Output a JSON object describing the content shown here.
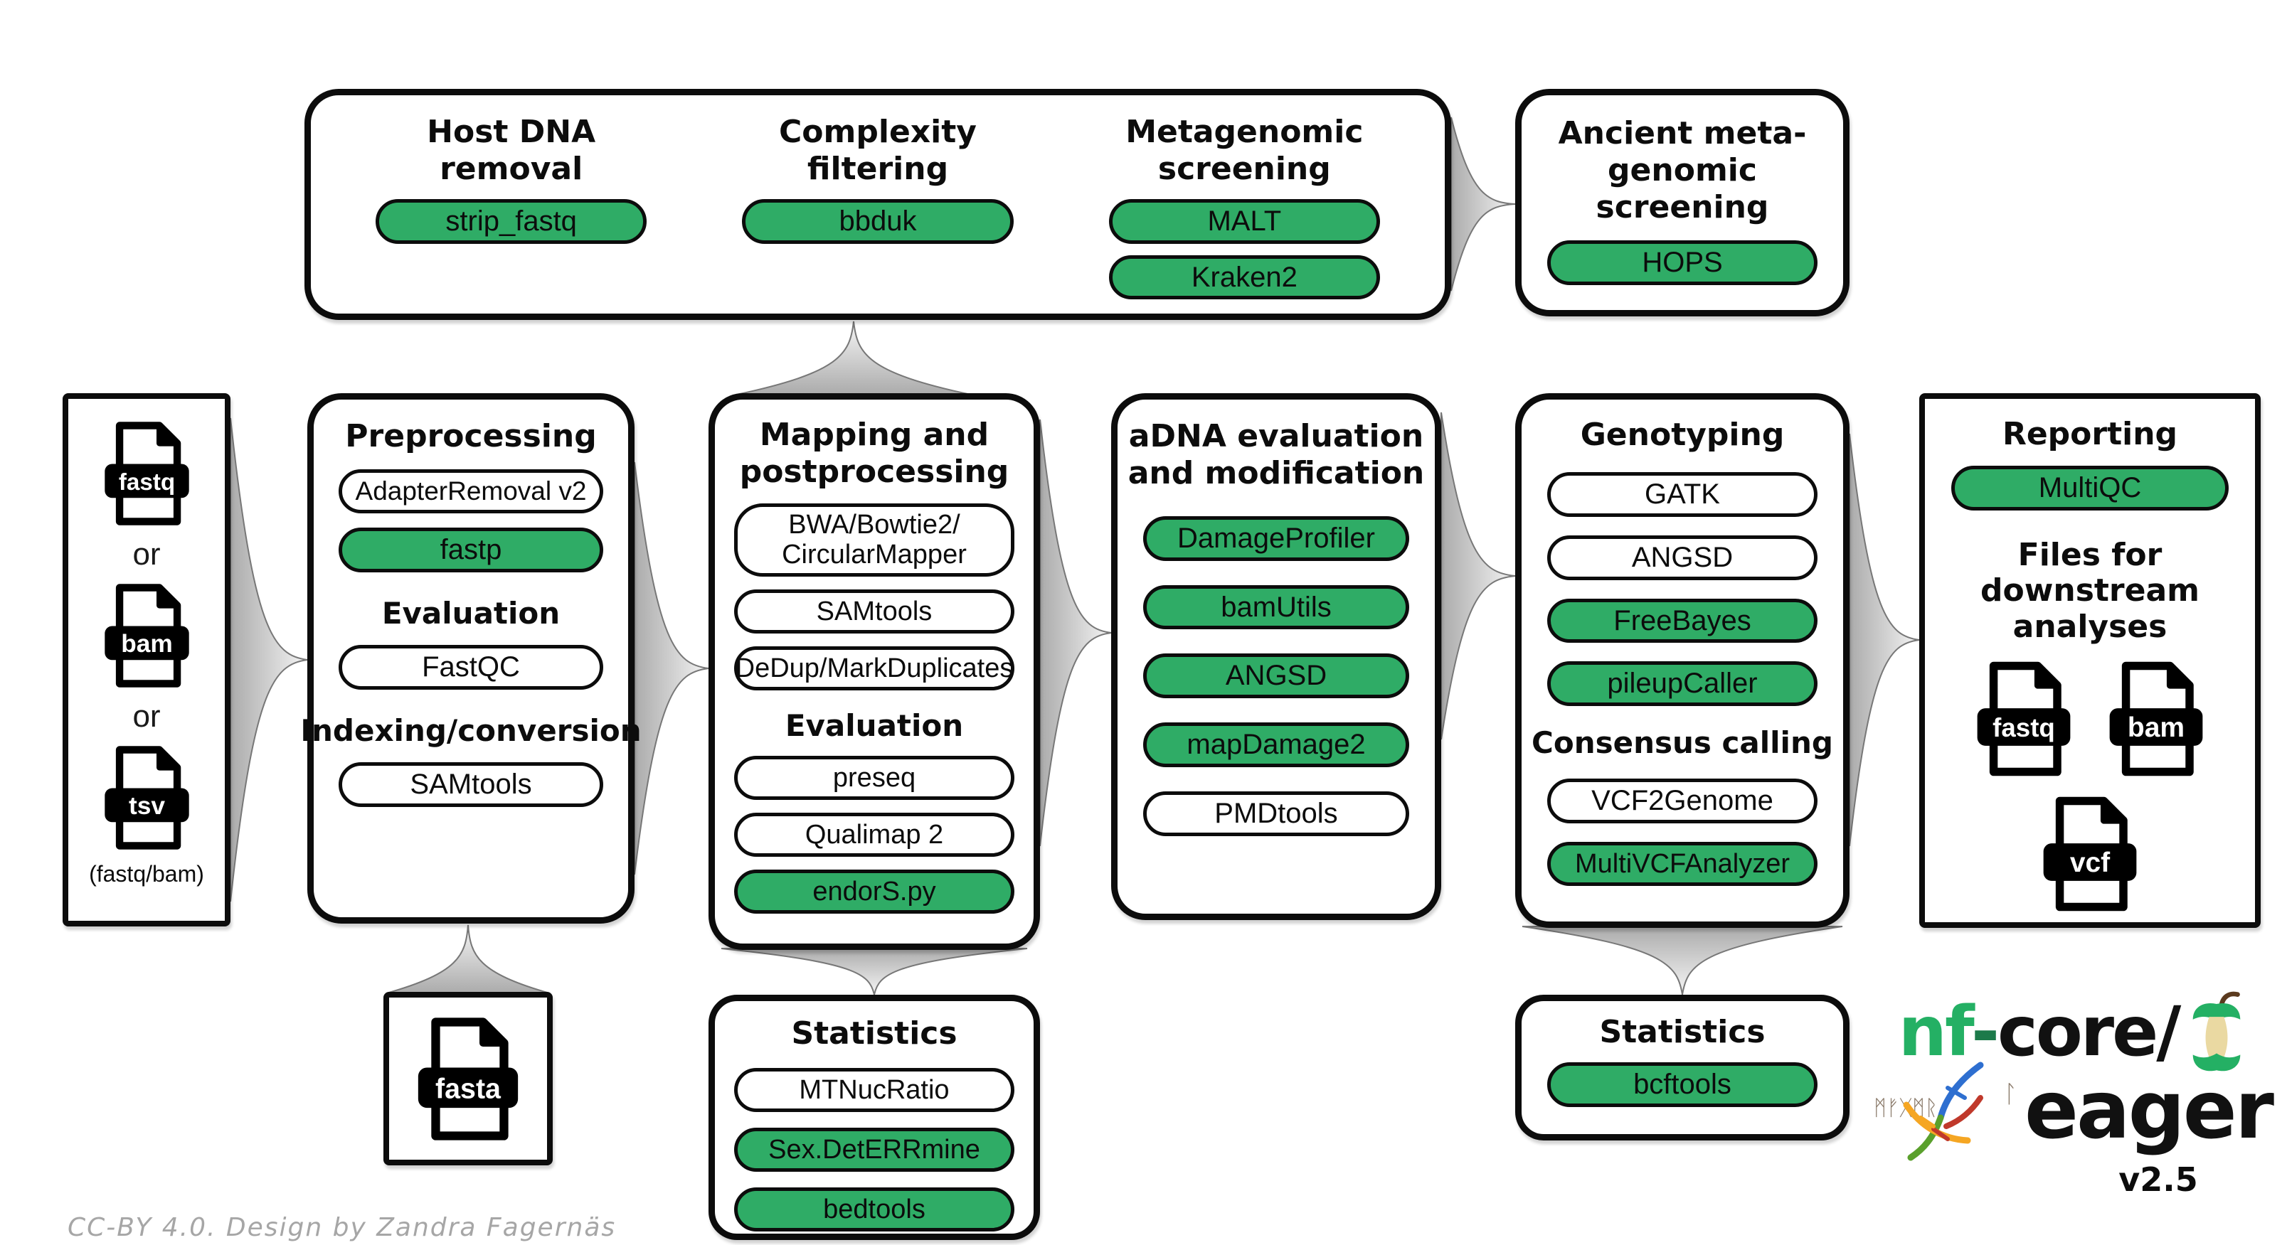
{
  "palette": {
    "green_pill": "#2fac66",
    "logo_green": "#24b064",
    "connector_gray": "#bdbdbd"
  },
  "top_box": {
    "columns": [
      {
        "title": "Host DNA\nremoval",
        "pills": [
          {
            "label": "strip_fastq",
            "green": true
          }
        ]
      },
      {
        "title": "Complexity\nfiltering",
        "pills": [
          {
            "label": "bbduk",
            "green": true
          }
        ]
      },
      {
        "title": "Metagenomic\nscreening",
        "pills": [
          {
            "label": "MALT",
            "green": true
          },
          {
            "label": "Kraken2",
            "green": true
          }
        ]
      }
    ]
  },
  "ancient_box": {
    "title": "Ancient meta-\ngenomic screening",
    "pill_hops": "HOPS"
  },
  "input_box": {
    "file1": "fastq",
    "or1": "or",
    "file2": "bam",
    "or2": "or",
    "file3": "tsv",
    "caption": "(fastq/bam)"
  },
  "preprocessing": {
    "title": "Preprocessing",
    "pill_adapter": "AdapterRemoval v2",
    "pill_fastp": "fastp",
    "heading_evaluation": "Evaluation",
    "pill_fastqc": "FastQC",
    "heading_indexing": "Indexing/conversion",
    "pill_samtools": "SAMtools"
  },
  "mapping": {
    "title": "Mapping and\npostprocessing",
    "pill_bwa": "BWA/Bowtie2/\nCircularMapper",
    "pill_samtools": "SAMtools",
    "pill_dedup": "DeDup/MarkDuplicates",
    "heading_evaluation": "Evaluation",
    "pill_preseq": "preseq",
    "pill_qualimap": "Qualimap 2",
    "pill_endors": "endorS.py"
  },
  "adna": {
    "title": "aDNA evaluation\nand modification",
    "pills": [
      {
        "label": "DamageProfiler",
        "green": true
      },
      {
        "label": "bamUtils",
        "green": true
      },
      {
        "label": "ANGSD",
        "green": true
      },
      {
        "label": "mapDamage2",
        "green": true
      },
      {
        "label": "PMDtools",
        "green": false
      }
    ]
  },
  "genotyping": {
    "title": "Genotyping",
    "pills": [
      {
        "label": "GATK",
        "green": false
      },
      {
        "label": "ANGSD",
        "green": false
      },
      {
        "label": "FreeBayes",
        "green": true
      },
      {
        "label": "pileupCaller",
        "green": true
      }
    ],
    "heading_consensus": "Consensus calling",
    "pills2": [
      {
        "label": "VCF2Genome",
        "green": false
      },
      {
        "label": "MultiVCFAnalyzer",
        "green": true
      }
    ]
  },
  "reporting": {
    "title": "Reporting",
    "pill_multiqc": "MultiQC",
    "heading_files": "Files for downstream\nanalyses",
    "file1": "fastq",
    "file2": "bam",
    "file3": "vcf"
  },
  "fasta_box": {
    "file": "fasta"
  },
  "stats_mapping": {
    "title": "Statistics",
    "pills": [
      {
        "label": "MTNucRatio",
        "green": false
      },
      {
        "label": "Sex.DetERRmine",
        "green": true
      },
      {
        "label": "bedtools",
        "green": true
      }
    ]
  },
  "stats_genotyping": {
    "title": "Statistics",
    "pill_bcftools": "bcftools"
  },
  "logo": {
    "nf": "nf",
    "dash": "-",
    "core": "core/",
    "eager": "eager",
    "version": "v2.5",
    "runes": "ᛗᚠᚷᛗᚱ",
    "rune_r": "ᛚ"
  },
  "footer": "CC-BY 4.0. Design by Zandra Fagernäs"
}
